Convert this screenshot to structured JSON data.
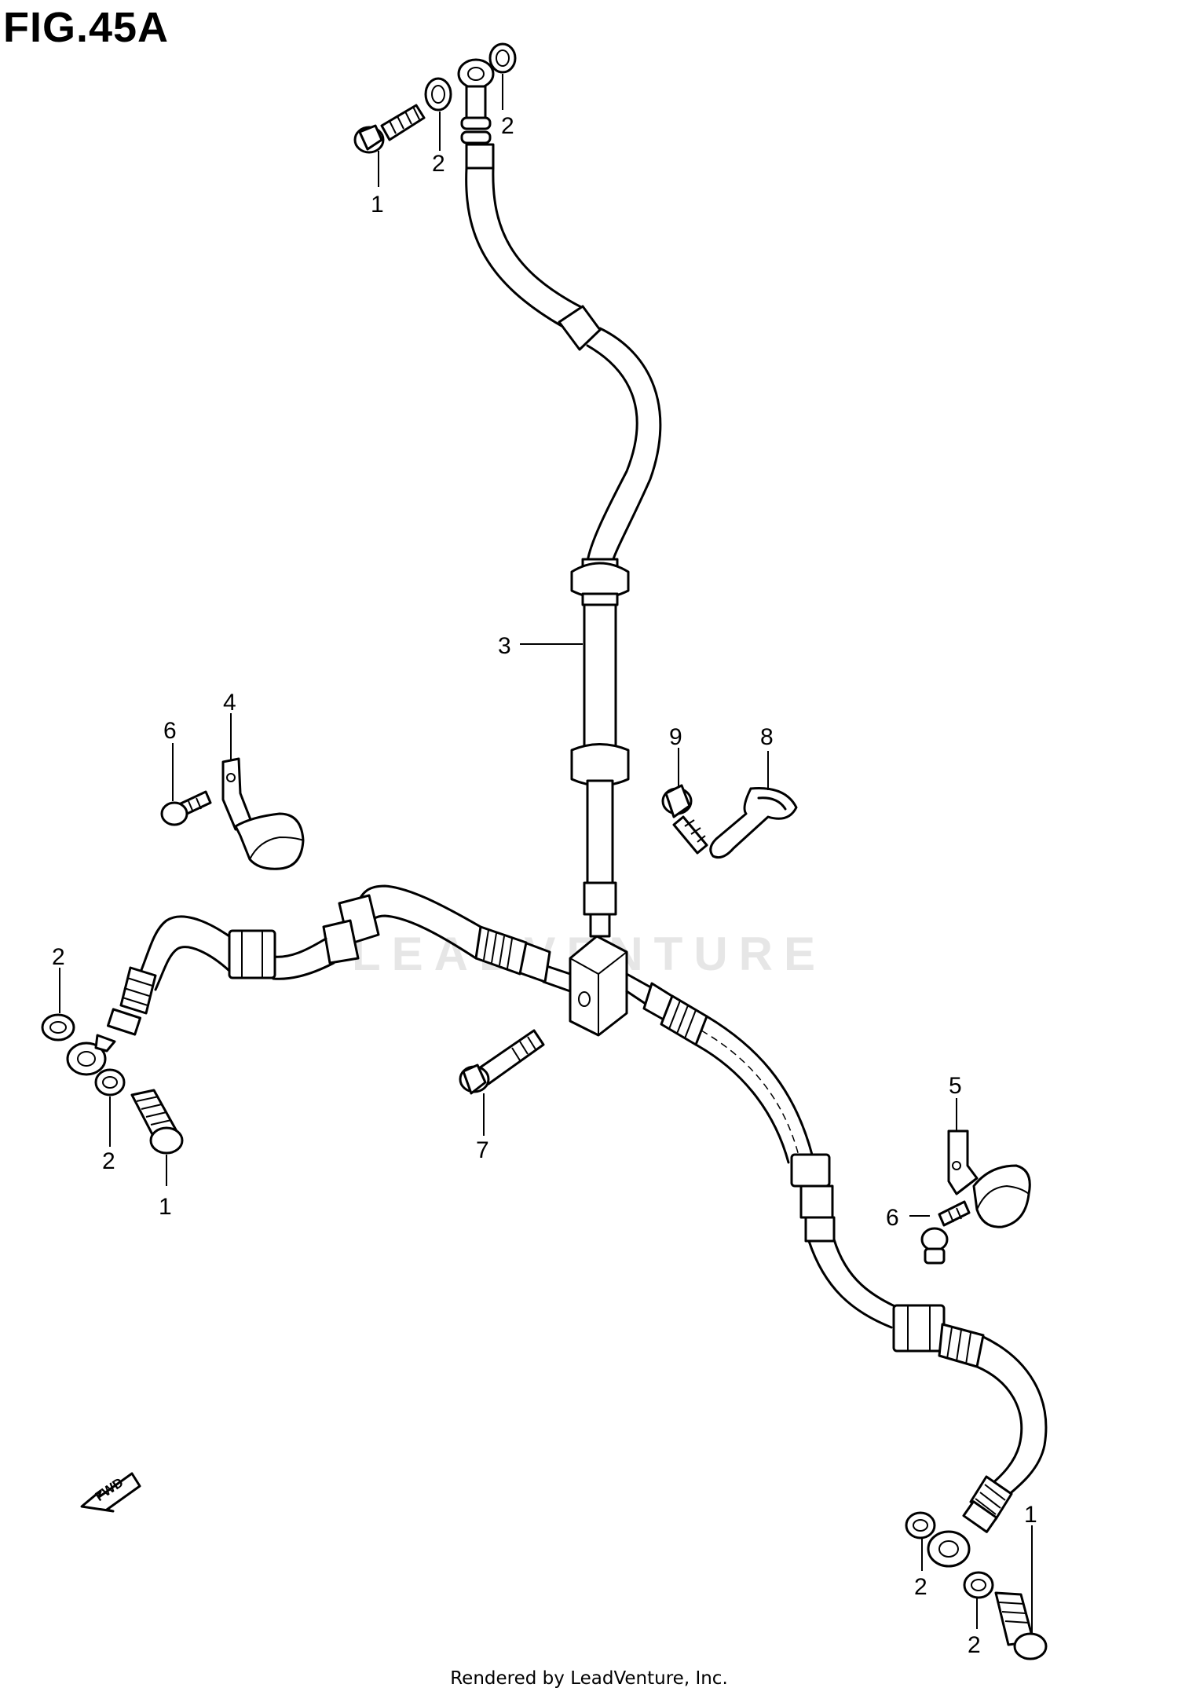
{
  "figure": {
    "title": "FIG.45A"
  },
  "watermark": {
    "text": "LEADVENTURE"
  },
  "footer": {
    "text": "Rendered by LeadVenture, Inc."
  },
  "fwd": {
    "label": "FWD"
  },
  "callouts": [
    {
      "id": "c-1-top",
      "label": "1"
    },
    {
      "id": "c-2-top-a",
      "label": "2"
    },
    {
      "id": "c-2-top-b",
      "label": "2"
    },
    {
      "id": "c-3",
      "label": "3"
    },
    {
      "id": "c-4",
      "label": "4"
    },
    {
      "id": "c-6-left",
      "label": "6"
    },
    {
      "id": "c-9",
      "label": "9"
    },
    {
      "id": "c-8",
      "label": "8"
    },
    {
      "id": "c-2-left-a",
      "label": "2"
    },
    {
      "id": "c-2-left-b",
      "label": "2"
    },
    {
      "id": "c-1-left",
      "label": "1"
    },
    {
      "id": "c-7",
      "label": "7"
    },
    {
      "id": "c-5",
      "label": "5"
    },
    {
      "id": "c-6-right",
      "label": "6"
    },
    {
      "id": "c-2-right-a",
      "label": "2"
    },
    {
      "id": "c-2-right-b",
      "label": "2"
    },
    {
      "id": "c-1-right",
      "label": "1"
    }
  ]
}
